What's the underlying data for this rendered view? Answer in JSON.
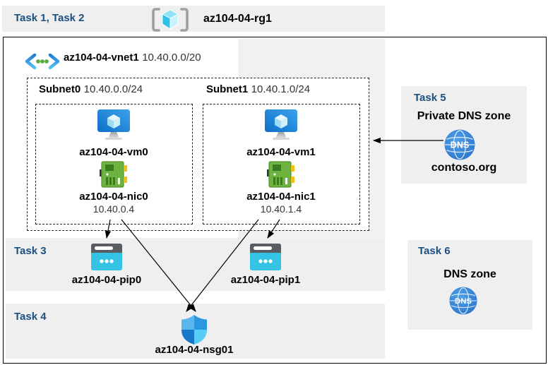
{
  "colors": {
    "task_label": "#1C4E80",
    "band_background": "#EFEFEF",
    "frame_border": "#000000",
    "vm_blue": "#1272C8",
    "nic_green": "#6DB33F",
    "pip_cyan": "#35C3E5",
    "nsg_blue": "#2B97E0",
    "dns_blue": "#2E7CD0",
    "vnet_chevron_blue": "#2F97E2",
    "vnet_dot_green": "#57AD3C"
  },
  "header": {
    "tasks_label": "Task 1, Task 2",
    "resource_group_name": "az104-04-rg1"
  },
  "vnet": {
    "name": "az104-04-vnet1",
    "cidr": "10.40.0.0/20"
  },
  "subnets": [
    {
      "name": "Subnet0",
      "cidr": "10.40.0.0/24",
      "vm_name": "az104-04-vm0",
      "nic_name": "az104-04-nic0",
      "nic_ip": "10.40.0.4"
    },
    {
      "name": "Subnet1",
      "cidr": "10.40.1.0/24",
      "vm_name": "az104-04-vm1",
      "nic_name": "az104-04-nic1",
      "nic_ip": "10.40.1.4"
    }
  ],
  "task3": {
    "label": "Task 3",
    "public_ip_names": [
      "az104-04-pip0",
      "az104-04-pip1"
    ]
  },
  "task4": {
    "label": "Task 4",
    "nsg_name": "az104-04-nsg01"
  },
  "task5": {
    "label": "Task 5",
    "title": "Private DNS zone",
    "zone_name": "contoso.org",
    "dns_icon_text": "DNS"
  },
  "task6": {
    "label": "Task 6",
    "title": "DNS zone",
    "dns_icon_text": "DNS"
  }
}
